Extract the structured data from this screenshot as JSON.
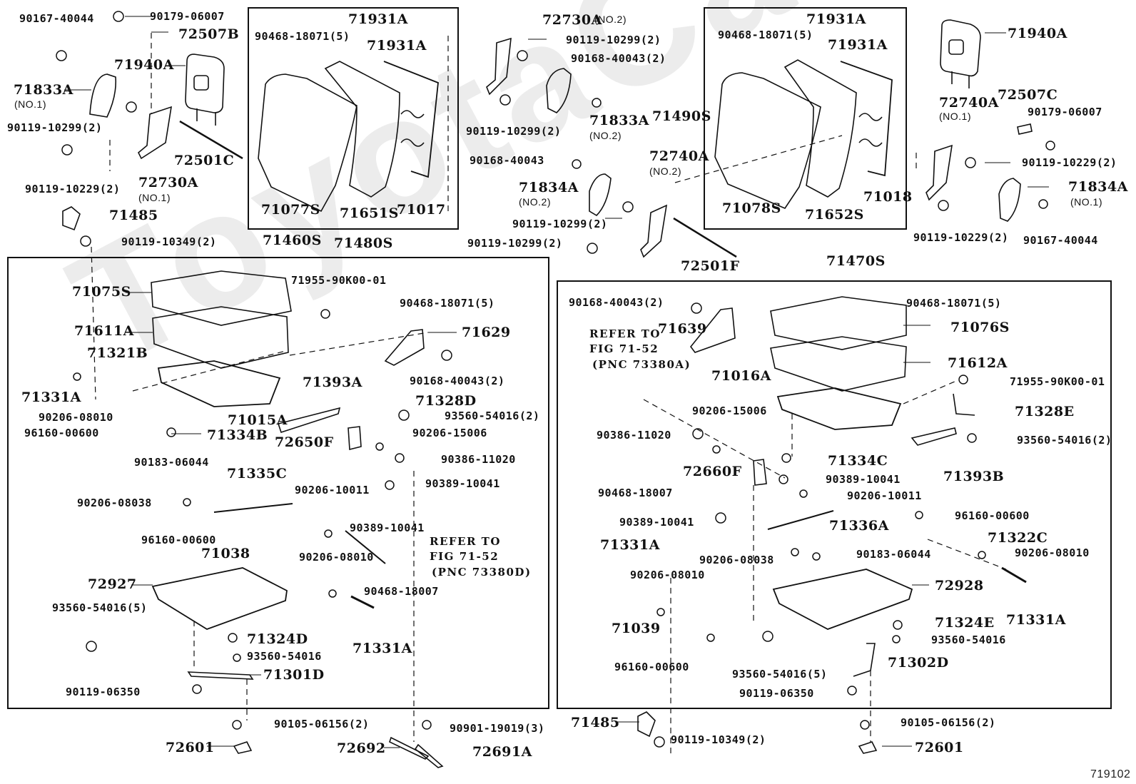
{
  "diagram": {
    "title": "Rear seat assembly exploded parts diagram",
    "figure_number": "719102",
    "watermark": "ToyotaCamry"
  },
  "groups": {
    "left_back_box": {
      "label": "71480S",
      "parent": "71460S"
    },
    "right_back_box": {
      "label": "71490S"
    },
    "left_cushion_box": {
      "label": "71460S"
    },
    "right_cushion_box": {
      "label": "71470S"
    }
  },
  "labels": {
    "tl_90167": "90167-40044",
    "tl_90179": "90179-06007",
    "tl_72507b": "72507B",
    "tl_71940a": "71940A",
    "tl_71833a": "71833A",
    "tl_71833a_sub": "(NO.1)",
    "tl_90119_10299": "90119-10299(2)",
    "tl_72501c": "72501C",
    "tl_90119_10229": "90119-10229(2)",
    "tl_72730a": "72730A",
    "tl_72730a_sub": "(NO.1)",
    "tl_71485": "71485",
    "tl_90119_10349": "90119-10349(2)",
    "lb_90468": "90468-18071(5)",
    "lb_71931a_1": "71931A",
    "lb_71931a_2": "71931A",
    "lb_71077s": "71077S",
    "lb_71651s": "71651S",
    "lb_71017": "71017",
    "lb_71460s": "71460S",
    "lb_71480s": "71480S",
    "mc_72730a": "72730A",
    "mc_72730a_sub": "(NO.2)",
    "mc_90119_a": "90119-10299(2)",
    "mc_90168_a": "90168-40043(2)",
    "mc_90119_b": "90119-10299(2)",
    "mc_71833a": "71833A",
    "mc_71833a_sub": "(NO.2)",
    "mc_90168_b": "90168-40043",
    "mc_71834a": "71834A",
    "mc_71834a_sub": "(NO.2)",
    "mc_72740a": "72740A",
    "mc_72740a_sub": "(NO.2)",
    "mc_90119_c": "90119-10299(2)",
    "mc_90119_d": "90119-10299(2)",
    "mc_72501f": "72501F",
    "mc_71490s": "71490S",
    "rb_90468": "90468-18071(5)",
    "rb_71931a_1": "71931A",
    "rb_71931a_2": "71931A",
    "rb_71078s": "71078S",
    "rb_71652s": "71652S",
    "rb_71018": "71018",
    "rb_71470s": "71470S",
    "tr_71940a": "71940A",
    "tr_72740a": "72740A",
    "tr_72740a_sub": "(NO.1)",
    "tr_72507c": "72507C",
    "tr_90179": "90179-06007",
    "tr_90119_a": "90119-10229(2)",
    "tr_71834a": "71834A",
    "tr_71834a_sub": "(NO.1)",
    "tr_90119_b": "90119-10229(2)",
    "tr_90167": "90167-40044",
    "lc_71075s": "71075S",
    "lc_71611a": "71611A",
    "lc_71321b": "71321B",
    "lc_71331a": "71331A",
    "lc_90206_08010": "90206-08010",
    "lc_96160": "96160-00600",
    "lc_71015a": "71015A",
    "lc_71334b": "71334B",
    "lc_71955": "71955-90K00-01",
    "lc_90468": "90468-18071(5)",
    "lc_71629": "71629",
    "lc_90168": "90168-40043(2)",
    "lc_71393a": "71393A",
    "lc_71328d": "71328D",
    "lc_93560_2": "93560-54016(2)",
    "lc_72650f": "72650F",
    "lc_90206_15006": "90206-15006",
    "lc_90386": "90386-11020",
    "lc_90389_a": "90389-10041",
    "lc_90183": "90183-06044",
    "lc_71335c": "71335C",
    "lc_90206_08038": "90206-08038",
    "lc_90206_10011": "90206-10011",
    "lc_90389_b": "90389-10041",
    "lc_ref_1": "REFER TO",
    "lc_ref_2": "FIG 71-52",
    "lc_ref_3": "(PNC 73380D)",
    "lc_96160_b": "96160-00600",
    "lc_71038": "71038",
    "lc_90206_08010_b": "90206-08010",
    "lc_90468_18007": "90468-18007",
    "lc_72927": "72927",
    "lc_93560_5": "93560-54016(5)",
    "lc_71324d": "71324D",
    "lc_93560": "93560-54016",
    "lc_71331a_b": "71331A",
    "lc_71301d": "71301D",
    "lc_90119_06350": "90119-06350",
    "bl_90105": "90105-06156(2)",
    "bl_72601": "72601",
    "bl_90901": "90901-19019(3)",
    "bl_72692": "72692",
    "bl_72691a": "72691A",
    "rc_90168": "90168-40043(2)",
    "rc_71639": "71639",
    "rc_ref_1": "REFER TO",
    "rc_ref_2": "FIG 71-52",
    "rc_ref_3": "(PNC 73380A)",
    "rc_71016a": "71016A",
    "rc_90206_15006": "90206-15006",
    "rc_90386": "90386-11020",
    "rc_71334c": "71334C",
    "rc_72660f": "72660F",
    "rc_90389_a": "90389-10041",
    "rc_90206_10011": "90206-10011",
    "rc_90468_18007": "90468-18007",
    "rc_90389_b": "90389-10041",
    "rc_71336a": "71336A",
    "rc_71331a": "71331A",
    "rc_90206_08038": "90206-08038",
    "rc_90183": "90183-06044",
    "rc_90206_08010": "90206-08010",
    "rc_71039": "71039",
    "rc_96160": "96160-00600",
    "rc_90468": "90468-18071(5)",
    "rc_71076s": "71076S",
    "rc_71612a": "71612A",
    "rc_71955": "71955-90K00-01",
    "rc_71328e": "71328E",
    "rc_93560_2": "93560-54016(2)",
    "rc_71393b": "71393B",
    "rc_96160_b": "96160-00600",
    "rc_71322c": "71322C",
    "rc_90206_08010_b": "90206-08010",
    "rc_71331a_b": "71331A",
    "rc_72928": "72928",
    "rc_71324e": "71324E",
    "rc_93560": "93560-54016",
    "rc_93560_5": "93560-54016(5)",
    "rc_71302d": "71302D",
    "rc_90119_06350": "90119-06350",
    "br_71485": "71485",
    "br_90119_10349": "90119-10349(2)",
    "br_90105": "90105-06156(2)",
    "br_72601": "72601"
  }
}
